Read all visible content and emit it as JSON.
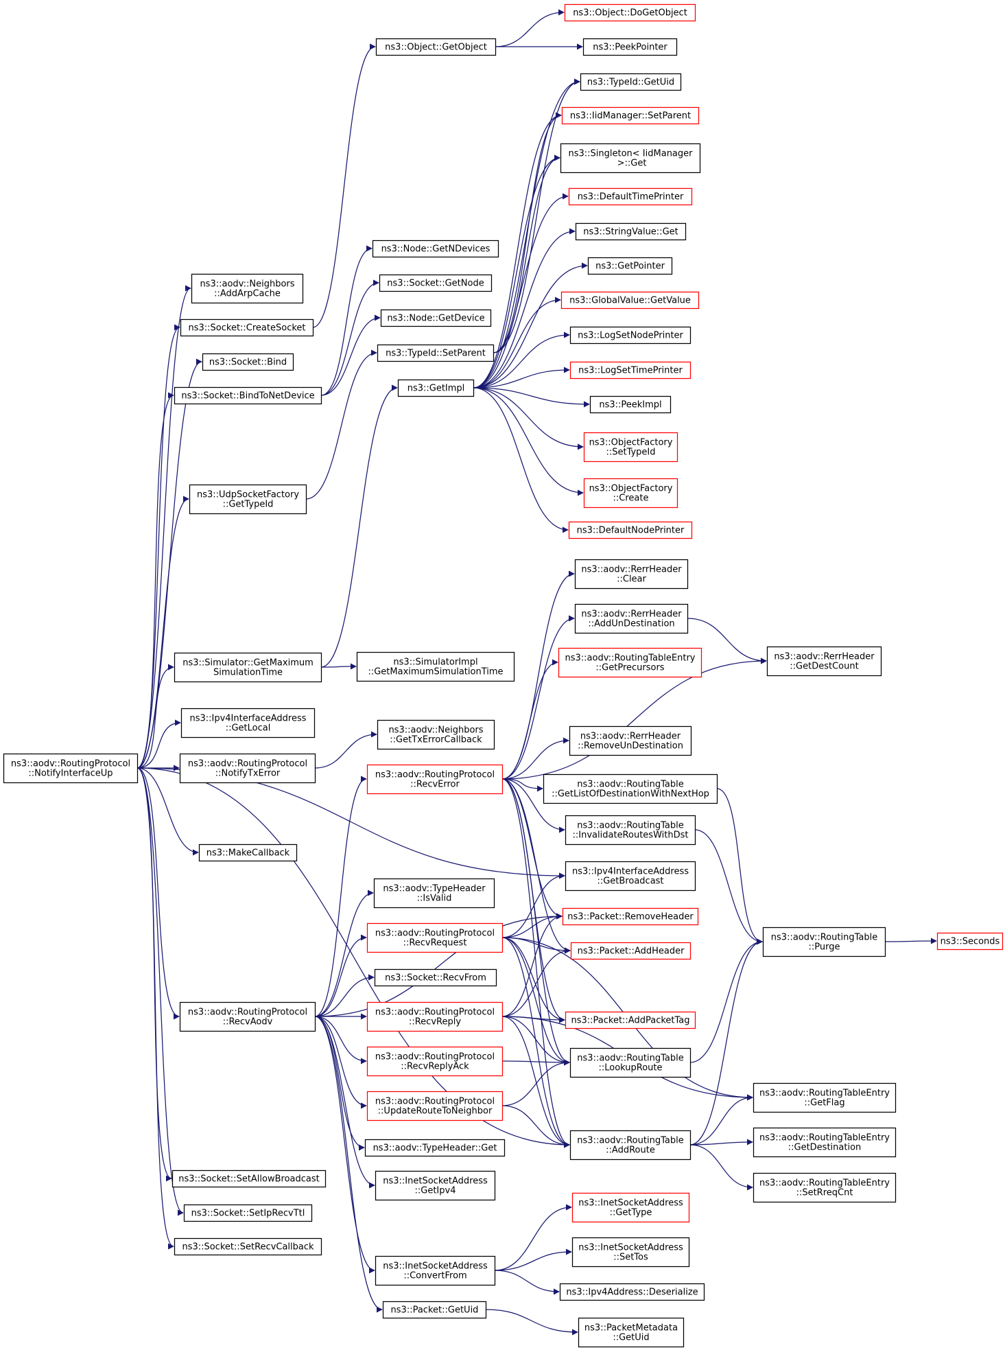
{
  "colors": {
    "edge": "#191970",
    "normal_border": "#000000",
    "truncated_border": "#ff0000",
    "root_fill": "#bfbfbf"
  },
  "nodes": [
    {
      "id": "root",
      "lines": [
        "ns3::aodv::RoutingProtocol",
        "::NotifyInterfaceUp"
      ],
      "status": "root"
    },
    {
      "id": "addarpcache",
      "lines": [
        "ns3::aodv::Neighbors",
        "::AddArpCache"
      ],
      "status": "normal"
    },
    {
      "id": "createsocket",
      "lines": [
        "ns3::Socket::CreateSocket"
      ],
      "status": "normal"
    },
    {
      "id": "bind",
      "lines": [
        "ns3::Socket::Bind"
      ],
      "status": "normal"
    },
    {
      "id": "bindtonetdevice",
      "lines": [
        "ns3::Socket::BindToNetDevice"
      ],
      "status": "normal"
    },
    {
      "id": "udpgettypeid",
      "lines": [
        "ns3::UdpSocketFactory",
        "::GetTypeId"
      ],
      "status": "normal"
    },
    {
      "id": "getmaxsimtime",
      "lines": [
        "ns3::Simulator::GetMaximum",
        "SimulationTime"
      ],
      "status": "normal"
    },
    {
      "id": "getlocal",
      "lines": [
        "ns3::Ipv4InterfaceAddress",
        "::GetLocal"
      ],
      "status": "normal"
    },
    {
      "id": "notifytxerror",
      "lines": [
        "ns3::aodv::RoutingProtocol",
        "::NotifyTxError"
      ],
      "status": "normal"
    },
    {
      "id": "makecallback",
      "lines": [
        "ns3::MakeCallback"
      ],
      "status": "normal"
    },
    {
      "id": "recvaodv",
      "lines": [
        "ns3::aodv::RoutingProtocol",
        "::RecvAodv"
      ],
      "status": "normal"
    },
    {
      "id": "setallowbroadcast",
      "lines": [
        "ns3::Socket::SetAllowBroadcast"
      ],
      "status": "normal"
    },
    {
      "id": "setiprecvttl",
      "lines": [
        "ns3::Socket::SetIpRecvTtl"
      ],
      "status": "normal"
    },
    {
      "id": "setrecvcallback",
      "lines": [
        "ns3::Socket::SetRecvCallback"
      ],
      "status": "normal"
    },
    {
      "id": "getobject",
      "lines": [
        "ns3::Object::GetObject"
      ],
      "status": "normal"
    },
    {
      "id": "getndevices",
      "lines": [
        "ns3::Node::GetNDevices"
      ],
      "status": "normal"
    },
    {
      "id": "socketgetnode",
      "lines": [
        "ns3::Socket::GetNode"
      ],
      "status": "normal"
    },
    {
      "id": "nodegetdevice",
      "lines": [
        "ns3::Node::GetDevice"
      ],
      "status": "normal"
    },
    {
      "id": "typeidsetparent",
      "lines": [
        "ns3::TypeId::SetParent"
      ],
      "status": "normal"
    },
    {
      "id": "getimpl",
      "lines": [
        "ns3::GetImpl"
      ],
      "status": "normal"
    },
    {
      "id": "simimplgetmax",
      "lines": [
        "ns3::SimulatorImpl",
        "::GetMaximumSimulationTime"
      ],
      "status": "normal"
    },
    {
      "id": "gettxerrorcallback",
      "lines": [
        "ns3::aodv::Neighbors",
        "::GetTxErrorCallback"
      ],
      "status": "normal"
    },
    {
      "id": "recverror",
      "lines": [
        "ns3::aodv::RoutingProtocol",
        "::RecvError"
      ],
      "status": "truncated"
    },
    {
      "id": "isvalid",
      "lines": [
        "ns3::aodv::TypeHeader",
        "::IsValid"
      ],
      "status": "normal"
    },
    {
      "id": "recvrequest",
      "lines": [
        "ns3::aodv::RoutingProtocol",
        "::RecvRequest"
      ],
      "status": "truncated"
    },
    {
      "id": "recvfrom",
      "lines": [
        "ns3::Socket::RecvFrom"
      ],
      "status": "normal"
    },
    {
      "id": "recvreply",
      "lines": [
        "ns3::aodv::RoutingProtocol",
        "::RecvReply"
      ],
      "status": "truncated"
    },
    {
      "id": "recvreplyack",
      "lines": [
        "ns3::aodv::RoutingProtocol",
        "::RecvReplyAck"
      ],
      "status": "truncated"
    },
    {
      "id": "updateroute",
      "lines": [
        "ns3::aodv::RoutingProtocol",
        "::UpdateRouteToNeighbor"
      ],
      "status": "truncated"
    },
    {
      "id": "typeheaderget",
      "lines": [
        "ns3::aodv::TypeHeader::Get"
      ],
      "status": "normal"
    },
    {
      "id": "getipv4",
      "lines": [
        "ns3::InetSocketAddress",
        "::GetIpv4"
      ],
      "status": "normal"
    },
    {
      "id": "convertfrom",
      "lines": [
        "ns3::InetSocketAddress",
        "::ConvertFrom"
      ],
      "status": "normal"
    },
    {
      "id": "packetgetuid",
      "lines": [
        "ns3::Packet::GetUid"
      ],
      "status": "normal"
    },
    {
      "id": "dogetobject",
      "lines": [
        "ns3::Object::DoGetObject"
      ],
      "status": "truncated"
    },
    {
      "id": "peekpointer",
      "lines": [
        "ns3::PeekPointer"
      ],
      "status": "normal"
    },
    {
      "id": "typeidgetuid",
      "lines": [
        "ns3::TypeId::GetUid"
      ],
      "status": "normal"
    },
    {
      "id": "iidmgrsetparent",
      "lines": [
        "ns3::IidManager::SetParent"
      ],
      "status": "truncated"
    },
    {
      "id": "singletonget",
      "lines": [
        "ns3::Singleton< IidManager",
        " >::Get"
      ],
      "status": "normal"
    },
    {
      "id": "defaulttimeprinter",
      "lines": [
        "ns3::DefaultTimePrinter"
      ],
      "status": "truncated"
    },
    {
      "id": "stringvalueget",
      "lines": [
        "ns3::StringValue::Get"
      ],
      "status": "normal"
    },
    {
      "id": "getpointer",
      "lines": [
        "ns3::GetPointer"
      ],
      "status": "normal"
    },
    {
      "id": "globalvaluegetvalue",
      "lines": [
        "ns3::GlobalValue::GetValue"
      ],
      "status": "truncated"
    },
    {
      "id": "logsetnodeprinter",
      "lines": [
        "ns3::LogSetNodePrinter"
      ],
      "status": "normal"
    },
    {
      "id": "logsettimeprinter",
      "lines": [
        "ns3::LogSetTimePrinter"
      ],
      "status": "truncated"
    },
    {
      "id": "peekimpl",
      "lines": [
        "ns3::PeekImpl"
      ],
      "status": "normal"
    },
    {
      "id": "ofsettypeid",
      "lines": [
        "ns3::ObjectFactory",
        "::SetTypeId"
      ],
      "status": "truncated"
    },
    {
      "id": "ofcreate",
      "lines": [
        "ns3::ObjectFactory",
        "::Create"
      ],
      "status": "truncated"
    },
    {
      "id": "defaultnodeprinter",
      "lines": [
        "ns3::DefaultNodePrinter"
      ],
      "status": "truncated"
    },
    {
      "id": "rerrclear",
      "lines": [
        "ns3::aodv::RerrHeader",
        "::Clear"
      ],
      "status": "normal"
    },
    {
      "id": "rerraddun",
      "lines": [
        "ns3::aodv::RerrHeader",
        "::AddUnDestination"
      ],
      "status": "normal"
    },
    {
      "id": "rtegetprecursors",
      "lines": [
        "ns3::aodv::RoutingTableEntry",
        "::GetPrecursors"
      ],
      "status": "truncated"
    },
    {
      "id": "rerrremoveun",
      "lines": [
        "ns3::aodv::RerrHeader",
        "::RemoveUnDestination"
      ],
      "status": "normal"
    },
    {
      "id": "rtgetlistdest",
      "lines": [
        "ns3::aodv::RoutingTable",
        "::GetListOfDestinationWithNextHop"
      ],
      "status": "normal"
    },
    {
      "id": "rtinvalidate",
      "lines": [
        "ns3::aodv::RoutingTable",
        "::InvalidateRoutesWithDst"
      ],
      "status": "normal"
    },
    {
      "id": "getbroadcast",
      "lines": [
        "ns3::Ipv4InterfaceAddress",
        "::GetBroadcast"
      ],
      "status": "normal"
    },
    {
      "id": "removeheader",
      "lines": [
        "ns3::Packet::RemoveHeader"
      ],
      "status": "truncated"
    },
    {
      "id": "addheader",
      "lines": [
        "ns3::Packet::AddHeader"
      ],
      "status": "truncated"
    },
    {
      "id": "addpackettag",
      "lines": [
        "ns3::Packet::AddPacketTag"
      ],
      "status": "truncated"
    },
    {
      "id": "lookuproute",
      "lines": [
        "ns3::aodv::RoutingTable",
        "::LookupRoute"
      ],
      "status": "normal"
    },
    {
      "id": "addroute",
      "lines": [
        "ns3::aodv::RoutingTable",
        "::AddRoute"
      ],
      "status": "normal"
    },
    {
      "id": "inetgettype",
      "lines": [
        "ns3::InetSocketAddress",
        "::GetType"
      ],
      "status": "truncated"
    },
    {
      "id": "inetsettos",
      "lines": [
        "ns3::InetSocketAddress",
        "::SetTos"
      ],
      "status": "normal"
    },
    {
      "id": "ipv4deserialize",
      "lines": [
        "ns3::Ipv4Address::Deserialize"
      ],
      "status": "normal"
    },
    {
      "id": "pmgetuid",
      "lines": [
        "ns3::PacketMetadata",
        "::GetUid"
      ],
      "status": "normal"
    },
    {
      "id": "rerrgetdestcount",
      "lines": [
        "ns3::aodv::RerrHeader",
        "::GetDestCount"
      ],
      "status": "normal"
    },
    {
      "id": "rtpurge",
      "lines": [
        "ns3::aodv::RoutingTable",
        "::Purge"
      ],
      "status": "normal"
    },
    {
      "id": "rtegetflag",
      "lines": [
        "ns3::aodv::RoutingTableEntry",
        "::GetFlag"
      ],
      "status": "normal"
    },
    {
      "id": "rtegetdest",
      "lines": [
        "ns3::aodv::RoutingTableEntry",
        "::GetDestination"
      ],
      "status": "normal"
    },
    {
      "id": "rtesetrreqcnt",
      "lines": [
        "ns3::aodv::RoutingTableEntry",
        "::SetRreqCnt"
      ],
      "status": "normal"
    },
    {
      "id": "seconds",
      "lines": [
        "ns3::Seconds"
      ],
      "status": "truncated"
    }
  ],
  "edges": [
    [
      "root",
      "addarpcache"
    ],
    [
      "root",
      "createsocket"
    ],
    [
      "root",
      "bind"
    ],
    [
      "root",
      "bindtonetdevice"
    ],
    [
      "root",
      "udpgettypeid"
    ],
    [
      "root",
      "getmaxsimtime"
    ],
    [
      "root",
      "getlocal"
    ],
    [
      "root",
      "notifytxerror"
    ],
    [
      "root",
      "makecallback"
    ],
    [
      "root",
      "recvaodv"
    ],
    [
      "root",
      "setallowbroadcast"
    ],
    [
      "root",
      "setiprecvttl"
    ],
    [
      "root",
      "setrecvcallback"
    ],
    [
      "root",
      "getbroadcast"
    ],
    [
      "root",
      "addroute"
    ],
    [
      "createsocket",
      "getobject"
    ],
    [
      "getobject",
      "dogetobject"
    ],
    [
      "getobject",
      "peekpointer"
    ],
    [
      "bindtonetdevice",
      "getndevices"
    ],
    [
      "bindtonetdevice",
      "socketgetnode"
    ],
    [
      "bindtonetdevice",
      "nodegetdevice"
    ],
    [
      "udpgettypeid",
      "typeidsetparent"
    ],
    [
      "typeidsetparent",
      "typeidgetuid"
    ],
    [
      "typeidsetparent",
      "iidmgrsetparent"
    ],
    [
      "typeidsetparent",
      "singletonget"
    ],
    [
      "getmaxsimtime",
      "getimpl"
    ],
    [
      "getmaxsimtime",
      "simimplgetmax"
    ],
    [
      "getimpl",
      "defaulttimeprinter"
    ],
    [
      "getimpl",
      "stringvalueget"
    ],
    [
      "getimpl",
      "getpointer"
    ],
    [
      "getimpl",
      "globalvaluegetvalue"
    ],
    [
      "getimpl",
      "logsetnodeprinter"
    ],
    [
      "getimpl",
      "logsettimeprinter"
    ],
    [
      "getimpl",
      "peekimpl"
    ],
    [
      "getimpl",
      "ofsettypeid"
    ],
    [
      "getimpl",
      "ofcreate"
    ],
    [
      "getimpl",
      "defaultnodeprinter"
    ],
    [
      "getimpl",
      "singletonget"
    ],
    [
      "getimpl",
      "typeidgetuid"
    ],
    [
      "getimpl",
      "iidmgrsetparent"
    ],
    [
      "notifytxerror",
      "gettxerrorcallback"
    ],
    [
      "recvaodv",
      "recverror"
    ],
    [
      "recvaodv",
      "isvalid"
    ],
    [
      "recvaodv",
      "recvrequest"
    ],
    [
      "recvaodv",
      "recvfrom"
    ],
    [
      "recvaodv",
      "recvreply"
    ],
    [
      "recvaodv",
      "recvreplyack"
    ],
    [
      "recvaodv",
      "updateroute"
    ],
    [
      "recvaodv",
      "typeheaderget"
    ],
    [
      "recvaodv",
      "getipv4"
    ],
    [
      "recvaodv",
      "convertfrom"
    ],
    [
      "recvaodv",
      "packetgetuid"
    ],
    [
      "recvaodv",
      "removeheader"
    ],
    [
      "recverror",
      "rerrclear"
    ],
    [
      "recverror",
      "rerraddun"
    ],
    [
      "recverror",
      "rtegetprecursors"
    ],
    [
      "recverror",
      "rerrgetdestcount"
    ],
    [
      "recverror",
      "rerrremoveun"
    ],
    [
      "recverror",
      "rtgetlistdest"
    ],
    [
      "recverror",
      "rtinvalidate"
    ],
    [
      "recverror",
      "removeheader"
    ],
    [
      "recverror",
      "addheader"
    ],
    [
      "recverror",
      "addpackettag"
    ],
    [
      "recverror",
      "lookuproute"
    ],
    [
      "recverror",
      "addroute"
    ],
    [
      "rerraddun",
      "rerrgetdestcount"
    ],
    [
      "rtgetlistdest",
      "rtpurge"
    ],
    [
      "rtinvalidate",
      "rtpurge"
    ],
    [
      "recvrequest",
      "getbroadcast"
    ],
    [
      "recvrequest",
      "removeheader"
    ],
    [
      "recvrequest",
      "addheader"
    ],
    [
      "recvrequest",
      "addpackettag"
    ],
    [
      "recvrequest",
      "lookuproute"
    ],
    [
      "recvrequest",
      "addroute"
    ],
    [
      "recvrequest",
      "rtegetflag"
    ],
    [
      "recvreply",
      "removeheader"
    ],
    [
      "recvreply",
      "addheader"
    ],
    [
      "recvreply",
      "addpackettag"
    ],
    [
      "recvreply",
      "lookuproute"
    ],
    [
      "recvreply",
      "addroute"
    ],
    [
      "recvreply",
      "rtegetflag"
    ],
    [
      "recvreplyack",
      "lookuproute"
    ],
    [
      "updateroute",
      "lookuproute"
    ],
    [
      "updateroute",
      "addroute"
    ],
    [
      "lookuproute",
      "rtpurge"
    ],
    [
      "addroute",
      "rtpurge"
    ],
    [
      "addroute",
      "rtegetflag"
    ],
    [
      "addroute",
      "rtegetdest"
    ],
    [
      "addroute",
      "rtesetrreqcnt"
    ],
    [
      "rtpurge",
      "seconds"
    ],
    [
      "convertfrom",
      "inetgettype"
    ],
    [
      "convertfrom",
      "inetsettos"
    ],
    [
      "convertfrom",
      "ipv4deserialize"
    ],
    [
      "packetgetuid",
      "pmgetuid"
    ]
  ]
}
